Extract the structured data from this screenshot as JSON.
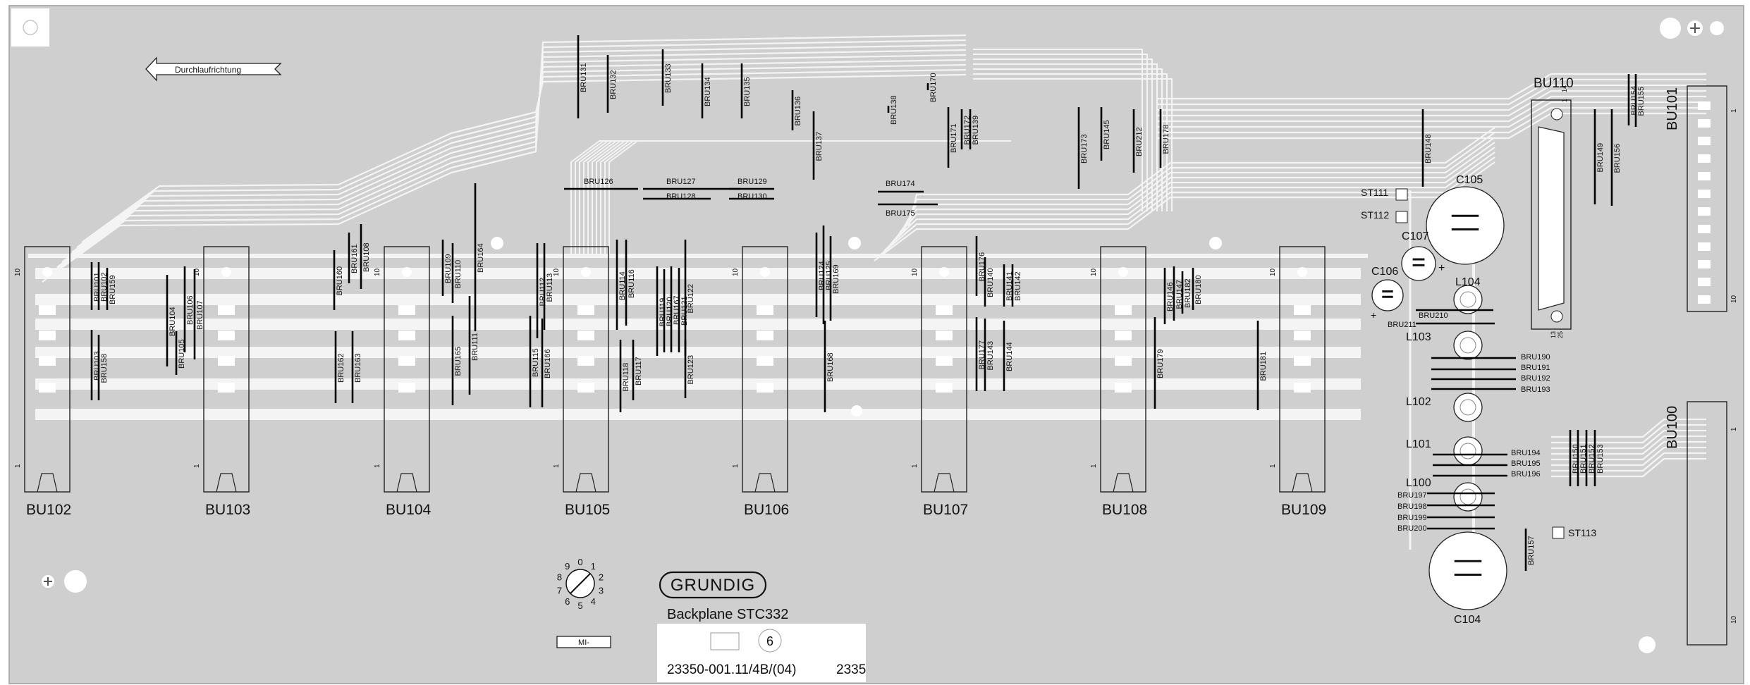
{
  "board": {
    "background_color": "#ffffff",
    "substrate_color": "#cfcfcf",
    "trace_color": "#f4f4f4",
    "jumper_color": "#000000",
    "direction_label": "Durchlaufrichtung",
    "brand": "GRUNDIG",
    "title": "Backplane STC332",
    "part_number": "23350-001.11/4B/(04)",
    "part_number_ghost": "2335",
    "mi_label": "MI-",
    "circled_digit": "6"
  },
  "connectors": [
    {
      "name": "BU102",
      "pin_top": "10",
      "pin_bottom": "1"
    },
    {
      "name": "BU103",
      "pin_top": "10",
      "pin_bottom": "1"
    },
    {
      "name": "BU104",
      "pin_top": "10",
      "pin_bottom": "1"
    },
    {
      "name": "BU105",
      "pin_top": "10",
      "pin_bottom": "1"
    },
    {
      "name": "BU106",
      "pin_top": "10",
      "pin_bottom": "1"
    },
    {
      "name": "BU107",
      "pin_top": "10",
      "pin_bottom": "1"
    },
    {
      "name": "BU108",
      "pin_top": "10",
      "pin_bottom": "1"
    },
    {
      "name": "BU109",
      "pin_top": "10",
      "pin_bottom": "1"
    }
  ],
  "side_connectors": {
    "bu101": {
      "name": "BU101",
      "pin_top": "1",
      "pin_bottom": "10"
    },
    "bu100": {
      "name": "BU100",
      "pin_top": "1",
      "pin_bottom": "10"
    },
    "bu110": {
      "name": "BU110",
      "pin_labels": [
        "1",
        "14",
        "13",
        "25"
      ]
    }
  },
  "components": {
    "c105": "C105",
    "c107": "C107",
    "c106": "C106",
    "c104": "C104",
    "l104": "L104",
    "l103": "L103",
    "l102": "L102",
    "l101": "L101",
    "l100": "L100",
    "st111": "ST111",
    "st112": "ST112",
    "st113": "ST113"
  },
  "rotary_switch": {
    "digits": [
      "0",
      "1",
      "2",
      "3",
      "4",
      "5",
      "6",
      "7",
      "8",
      "9"
    ]
  },
  "jumpers_vertical": [
    "BRU101",
    "BRU102",
    "BRU159",
    "BRU103",
    "BRU158",
    "BRU104",
    "BRU105",
    "BRU106",
    "BRU107",
    "BRU160",
    "BRU161",
    "BRU108",
    "BRU162",
    "BRU163",
    "BRU109",
    "BRU110",
    "BRU164",
    "BRU165",
    "BRU111",
    "BRU112",
    "BRU113",
    "BRU115",
    "BRU166",
    "BRU114",
    "BRU116",
    "BRU118",
    "BRU117",
    "BRU119",
    "BRU120",
    "BRU167",
    "BRU121",
    "BRU122",
    "BRU123",
    "BRU124",
    "BRU125",
    "BRU169",
    "BRU168",
    "BRU176",
    "BRU140",
    "BRU141",
    "BRU142",
    "BRU177",
    "BRU143",
    "BRU144",
    "BRU146",
    "BRU147",
    "BRU182",
    "BRU180",
    "BRU179",
    "BRU181",
    "BRU131",
    "BRU132",
    "BRU133",
    "BRU134",
    "BRU135",
    "BRU136",
    "BRU137",
    "BRU138",
    "BRU170",
    "BRU171",
    "BRU172",
    "BRU139",
    "BRU173",
    "BRU145",
    "BRU212",
    "BRU178",
    "BRU148",
    "BRU149",
    "BRU156",
    "BRU154",
    "BRU155",
    "BRU150",
    "BRU151",
    "BRU152",
    "BRU153",
    "BRU157"
  ],
  "jumpers_horizontal": [
    "BRU126",
    "BRU127",
    "BRU128",
    "BRU129",
    "BRU130",
    "BRU174",
    "BRU175",
    "BRU210",
    "BRU211",
    "BRU190",
    "BRU191",
    "BRU192",
    "BRU193",
    "BRU194",
    "BRU195",
    "BRU196",
    "BRU197",
    "BRU198",
    "BRU199",
    "BRU200"
  ]
}
